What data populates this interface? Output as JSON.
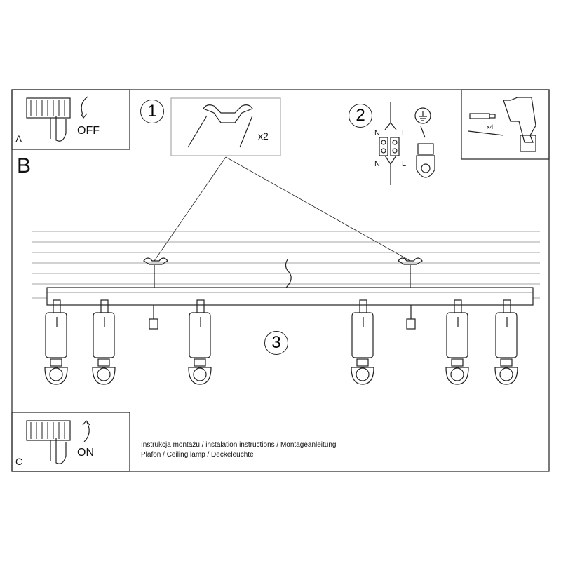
{
  "panels": {
    "a": {
      "letter": "A",
      "action": "OFF"
    },
    "b": {
      "letter": "B"
    },
    "c": {
      "letter": "C",
      "action": "ON"
    }
  },
  "steps": {
    "step1": {
      "number": "1",
      "quantity": "x2"
    },
    "step2": {
      "number": "2",
      "neutral_top": "N",
      "live_top": "L",
      "neutral_bottom": "N",
      "live_bottom": "L"
    },
    "step3": {
      "number": "3"
    },
    "tools": {
      "quantity": "x4"
    }
  },
  "footer": {
    "line1": "Instrukcja montażu / instalation instructions / Montageanleitung",
    "line2": "Plafon / Ceiling lamp / Deckeleuchte"
  }
}
